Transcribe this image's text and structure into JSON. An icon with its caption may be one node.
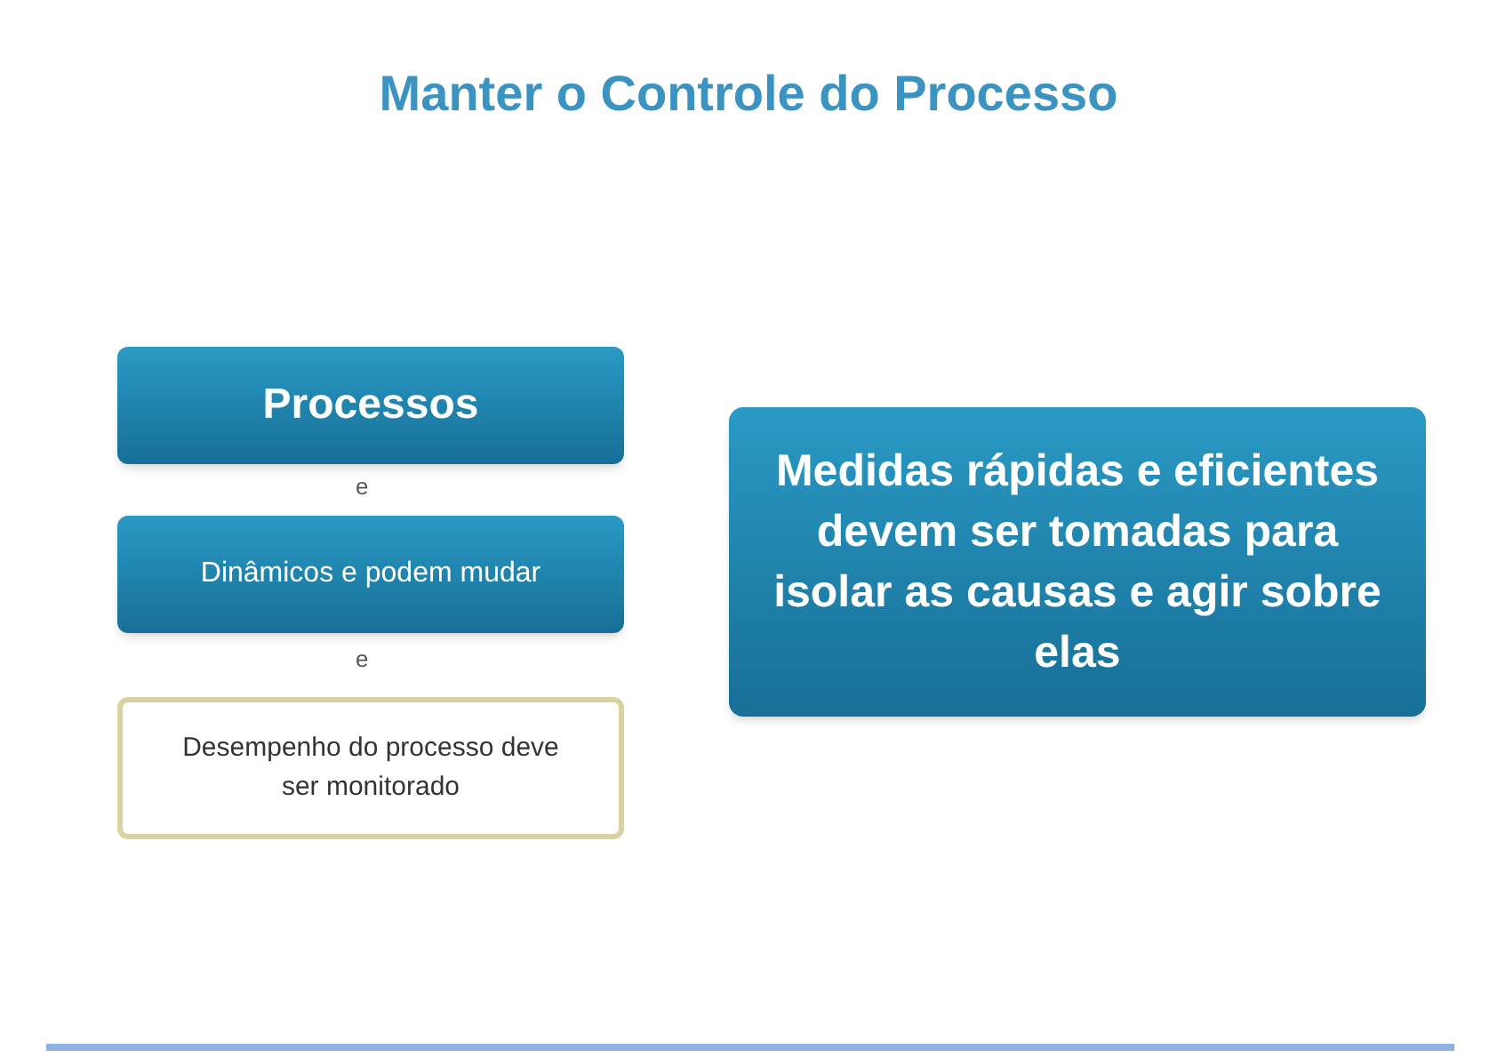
{
  "diagram": {
    "title": "Manter o Controle do Processo",
    "nodes": [
      {
        "text": [
          "Processos"
        ]
      },
      {
        "text": [
          "Dinâmicos e podem mudar"
        ]
      },
      {
        "text": [
          "Desempenho do processo deve ser monitorado"
        ]
      },
      {
        "text": [
          "Medidas rápidas e eficientes devem ser tomadas para isolar as causas e agir sobre elas"
        ]
      }
    ],
    "labels": [
      "e",
      "e"
    ]
  }
}
